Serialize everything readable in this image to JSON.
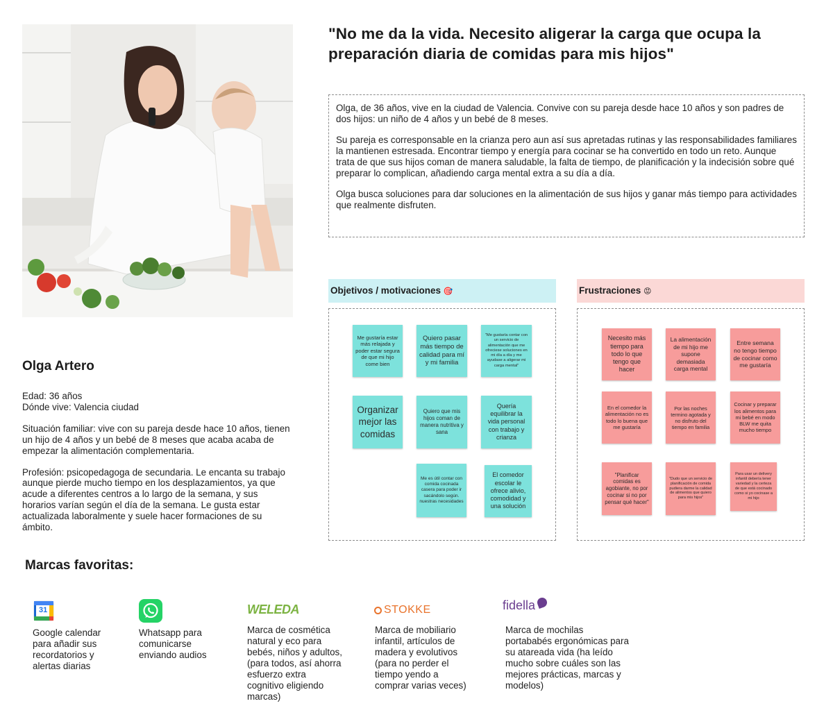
{
  "quote": "\"No me da la vida. Necesito aligerar la carga que ocupa la preparación diaria de comidas para mis hijos\"",
  "description": [
    "Olga, de 36 años, vive en la ciudad de Valencia. Convive con su pareja desde hace 10 años y son padres de dos hijos: un niño de 4 años y un bebé de 8 meses.",
    "Su pareja es corresponsable en la crianza pero aun así sus apretadas rutinas y las responsabilidades familiares la mantienen estresada. Encontrar tiempo y energía para cocinar se ha convertido en todo un reto. Aunque trata de que sus hijos coman de manera saludable, la falta de tiempo, de planificación y la indecisión sobre qué preparar lo complican, añadiendo carga mental extra a su día a día.",
    "Olga busca soluciones para dar soluciones en la alimentación de sus hijos y ganar más tiempo para actividades que realmente disfruten."
  ],
  "objectives": {
    "title": "Objetivos / motivaciones",
    "emoji": "🎯",
    "notes": [
      "Me gustaría estar más relajada y poder estar segura de que mi hijo come bien",
      "Quiero pasar más tiempo de calidad para mí y mi familia",
      "\"Me gustaría contar con un servicio de alimentación que me ofreciese soluciones en mi día a día y me ayudase a aligerar mi carga mental\"",
      "Organizar mejor las comidas",
      "Quiero que mis hijos coman de manera nutritiva y sana",
      "Quería equilibrar la vida personal con trabajo y crianza",
      "Me es útil contar con comida cocinada casera para poder ir sacándolo según. nuestras necesidades",
      "El comedor escolar le ofrece alivio, comodidad y una solución"
    ]
  },
  "frustrations": {
    "title": "Frustraciones",
    "emoji": "😡",
    "notes": [
      "Necesito más tiempo para todo lo que tengo que hacer",
      "La alimentación de mi hijo me supone demasiada carga mental",
      "Entre semana no tengo tiempo de cocinar como me gustaría",
      "En el comedor la alimentación no es todo lo buena que me gustaría",
      "Por las noches termino agotada y no disfruto del tiempo en familia",
      "Cocinar y preparar los alimentos para mi bebé en modo BLW me quita mucho tiempo",
      "\"Planificar comidas es agobiante, no por cocinar si no por pensar qué hacer\"",
      "\"Dudo que un servicio de planificación de comida pudiera darme la calidad de alimentos que quiero para mis hijos\"",
      "Para usar un delivery infantil debería tener variedad y la certeza de que está cocinado como si yo cocinase a mi hijo"
    ]
  },
  "profile": {
    "name": "Olga Artero",
    "age": "Edad: 36 años",
    "location": "Dónde vive: Valencia ciudad",
    "family": "Situación familiar: vive con su pareja desde hace 10 años, tienen un hijo de 4 años y un bebé de 8 meses que acaba acaba de empezar la alimentación complementaria.",
    "profession": "Profesión: psicopedagoga de secundaria. Le encanta su trabajo aunque pierde mucho tiempo en los desplazamientos, ya que acude a diferentes centros a lo largo de la semana, y sus horarios varían según el día de la semana. Le gusta estar actualizada laboralmente y suele hacer formaciones de su ámbito."
  },
  "brands": {
    "title": "Marcas favoritas:",
    "items": [
      {
        "logo_text": "31",
        "icon": "google-calendar-icon",
        "desc": "Google calendar para añadir sus recordatorios y alertas diarias"
      },
      {
        "logo_text": "",
        "icon": "whatsapp-icon",
        "desc": "Whatsapp para comunicarse enviando audios"
      },
      {
        "logo_text": "WELEDA",
        "icon": "weleda-logo",
        "desc": "Marca de cosmética natural y eco para bebés, niños y adultos, (para todos, así ahorra esfuerzo extra cognitivo eligiendo marcas)"
      },
      {
        "logo_text": "STOKKE",
        "icon": "stokke-logo",
        "desc": "Marca de mobiliario infantil, artículos de madera y evolutivos (para no perder el tiempo yendo a comprar varias veces)"
      },
      {
        "logo_text": "fidella",
        "icon": "fidella-logo",
        "desc": "Marca de mochilas portababés ergonómicas para su atareada vida (ha leído mucho sobre cuáles son las mejores prácticas, marcas y modelos)"
      }
    ]
  },
  "colors": {
    "teal_note": "#7de2dc",
    "pink_note": "#f79c9b",
    "teal_header": "#cdf1f4",
    "pink_header": "#fbd8d6",
    "weleda_green": "#7cb342",
    "stokke_orange": "#e9732c",
    "fidella_purple": "#6a3d8f"
  }
}
